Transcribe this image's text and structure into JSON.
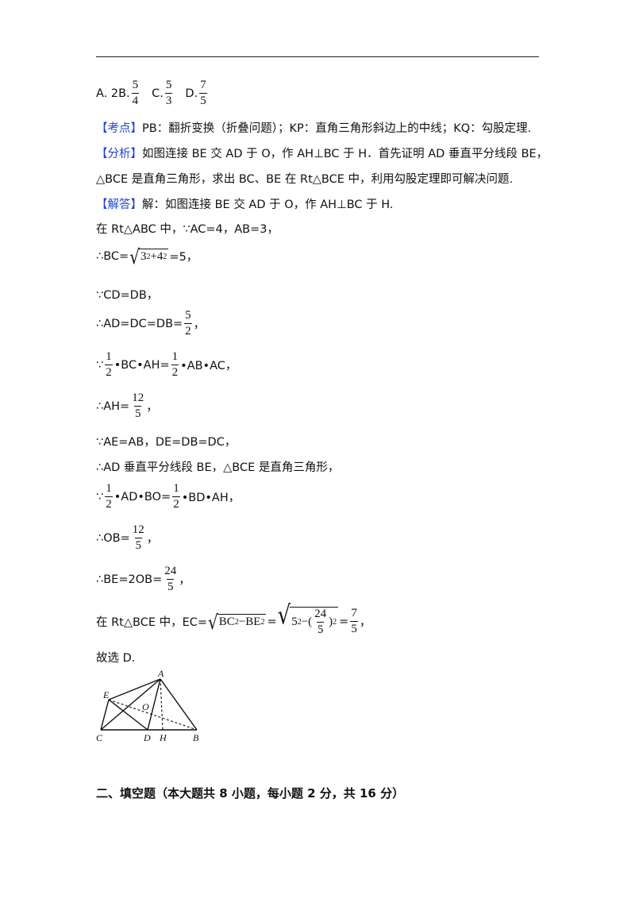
{
  "options": {
    "a_label": "A. 2",
    "b_label": "B. ",
    "b_num": "5",
    "b_den": "4",
    "c_label": "C. ",
    "c_num": "5",
    "c_den": "3",
    "d_label": "D. ",
    "d_num": "7",
    "d_den": "5"
  },
  "kaodian": {
    "tag": "【考点】",
    "text": "PB：翻折变换（折叠问题）；KP：直角三角形斜边上的中线；KQ：勾股定理."
  },
  "fenxi": {
    "tag": "【分析】",
    "line1": "如图连接 BE 交 AD 于 O，作 AH⊥BC 于 H．首先证明 AD 垂直平分线段 BE，",
    "line2": "△BCE 是直角三角形，求出 BC、BE 在 Rt△BCE 中，利用勾股定理即可解决问题."
  },
  "jieda": {
    "tag": "【解答】",
    "text": "解：如图连接 BE 交 AD 于 O，作 AH⊥BC 于 H."
  },
  "steps": {
    "s1": "在 Rt△ABC 中，∵AC=4，AB=3，",
    "s2_pre": "∴BC=",
    "s2_rad_a": "3",
    "s2_exp": "2",
    "s2_plus": "+4",
    "s2_exp2": "2",
    "s2_post": "=5，",
    "s3": "∵CD=DB，",
    "s4_pre": "∴AD=DC=DB=",
    "s4_num": "5",
    "s4_den": "2",
    "s4_post": "，",
    "s5_pre": "∵",
    "s5_num1": "1",
    "s5_den1": "2",
    "s5_mid": "•BC•AH=",
    "s5_num2": "1",
    "s5_den2": "2",
    "s5_post": "•AB•AC，",
    "s6_pre": "∴AH=",
    "s6_num": "12",
    "s6_den": "5",
    "s6_post": "，",
    "s7": "∵AE=AB，DE=DB=DC，",
    "s8": "∴AD 垂直平分线段 BE，△BCE 是直角三角形，",
    "s9_pre": "∵",
    "s9_num1": "1",
    "s9_den1": "2",
    "s9_mid": "•AD•BO=",
    "s9_num2": "1",
    "s9_den2": "2",
    "s9_post": "•BD•AH，",
    "s10_pre": "∴OB=",
    "s10_num": "12",
    "s10_den": "5",
    "s10_post": "，",
    "s11_pre": "∴BE=2OB=",
    "s11_num": "24",
    "s11_den": "5",
    "s11_post": "，",
    "s12_pre": "在 Rt△BCE 中，EC=",
    "s12_rad1": "BC",
    "s12_exp1": "2",
    "s12_mid1": "−BE",
    "s12_exp2": "2",
    "s12_eq": "=",
    "s12_rad2a": "5",
    "s12_exp3": "2",
    "s12_minus": "−(",
    "s12_num": "24",
    "s12_den": "5",
    "s12_close": ")",
    "s12_exp4": "2",
    "s12_eq2": "=",
    "s12_fnum": "7",
    "s12_fden": "5",
    "s12_post": "，",
    "s13": "故选 D."
  },
  "figure": {
    "labels": {
      "A": "A",
      "E": "E",
      "O": "O",
      "C": "C",
      "D": "D",
      "H": "H",
      "B": "B"
    }
  },
  "section_heading": "二、填空题（本大题共 8 小题，每小题 2 分，共 16 分）"
}
